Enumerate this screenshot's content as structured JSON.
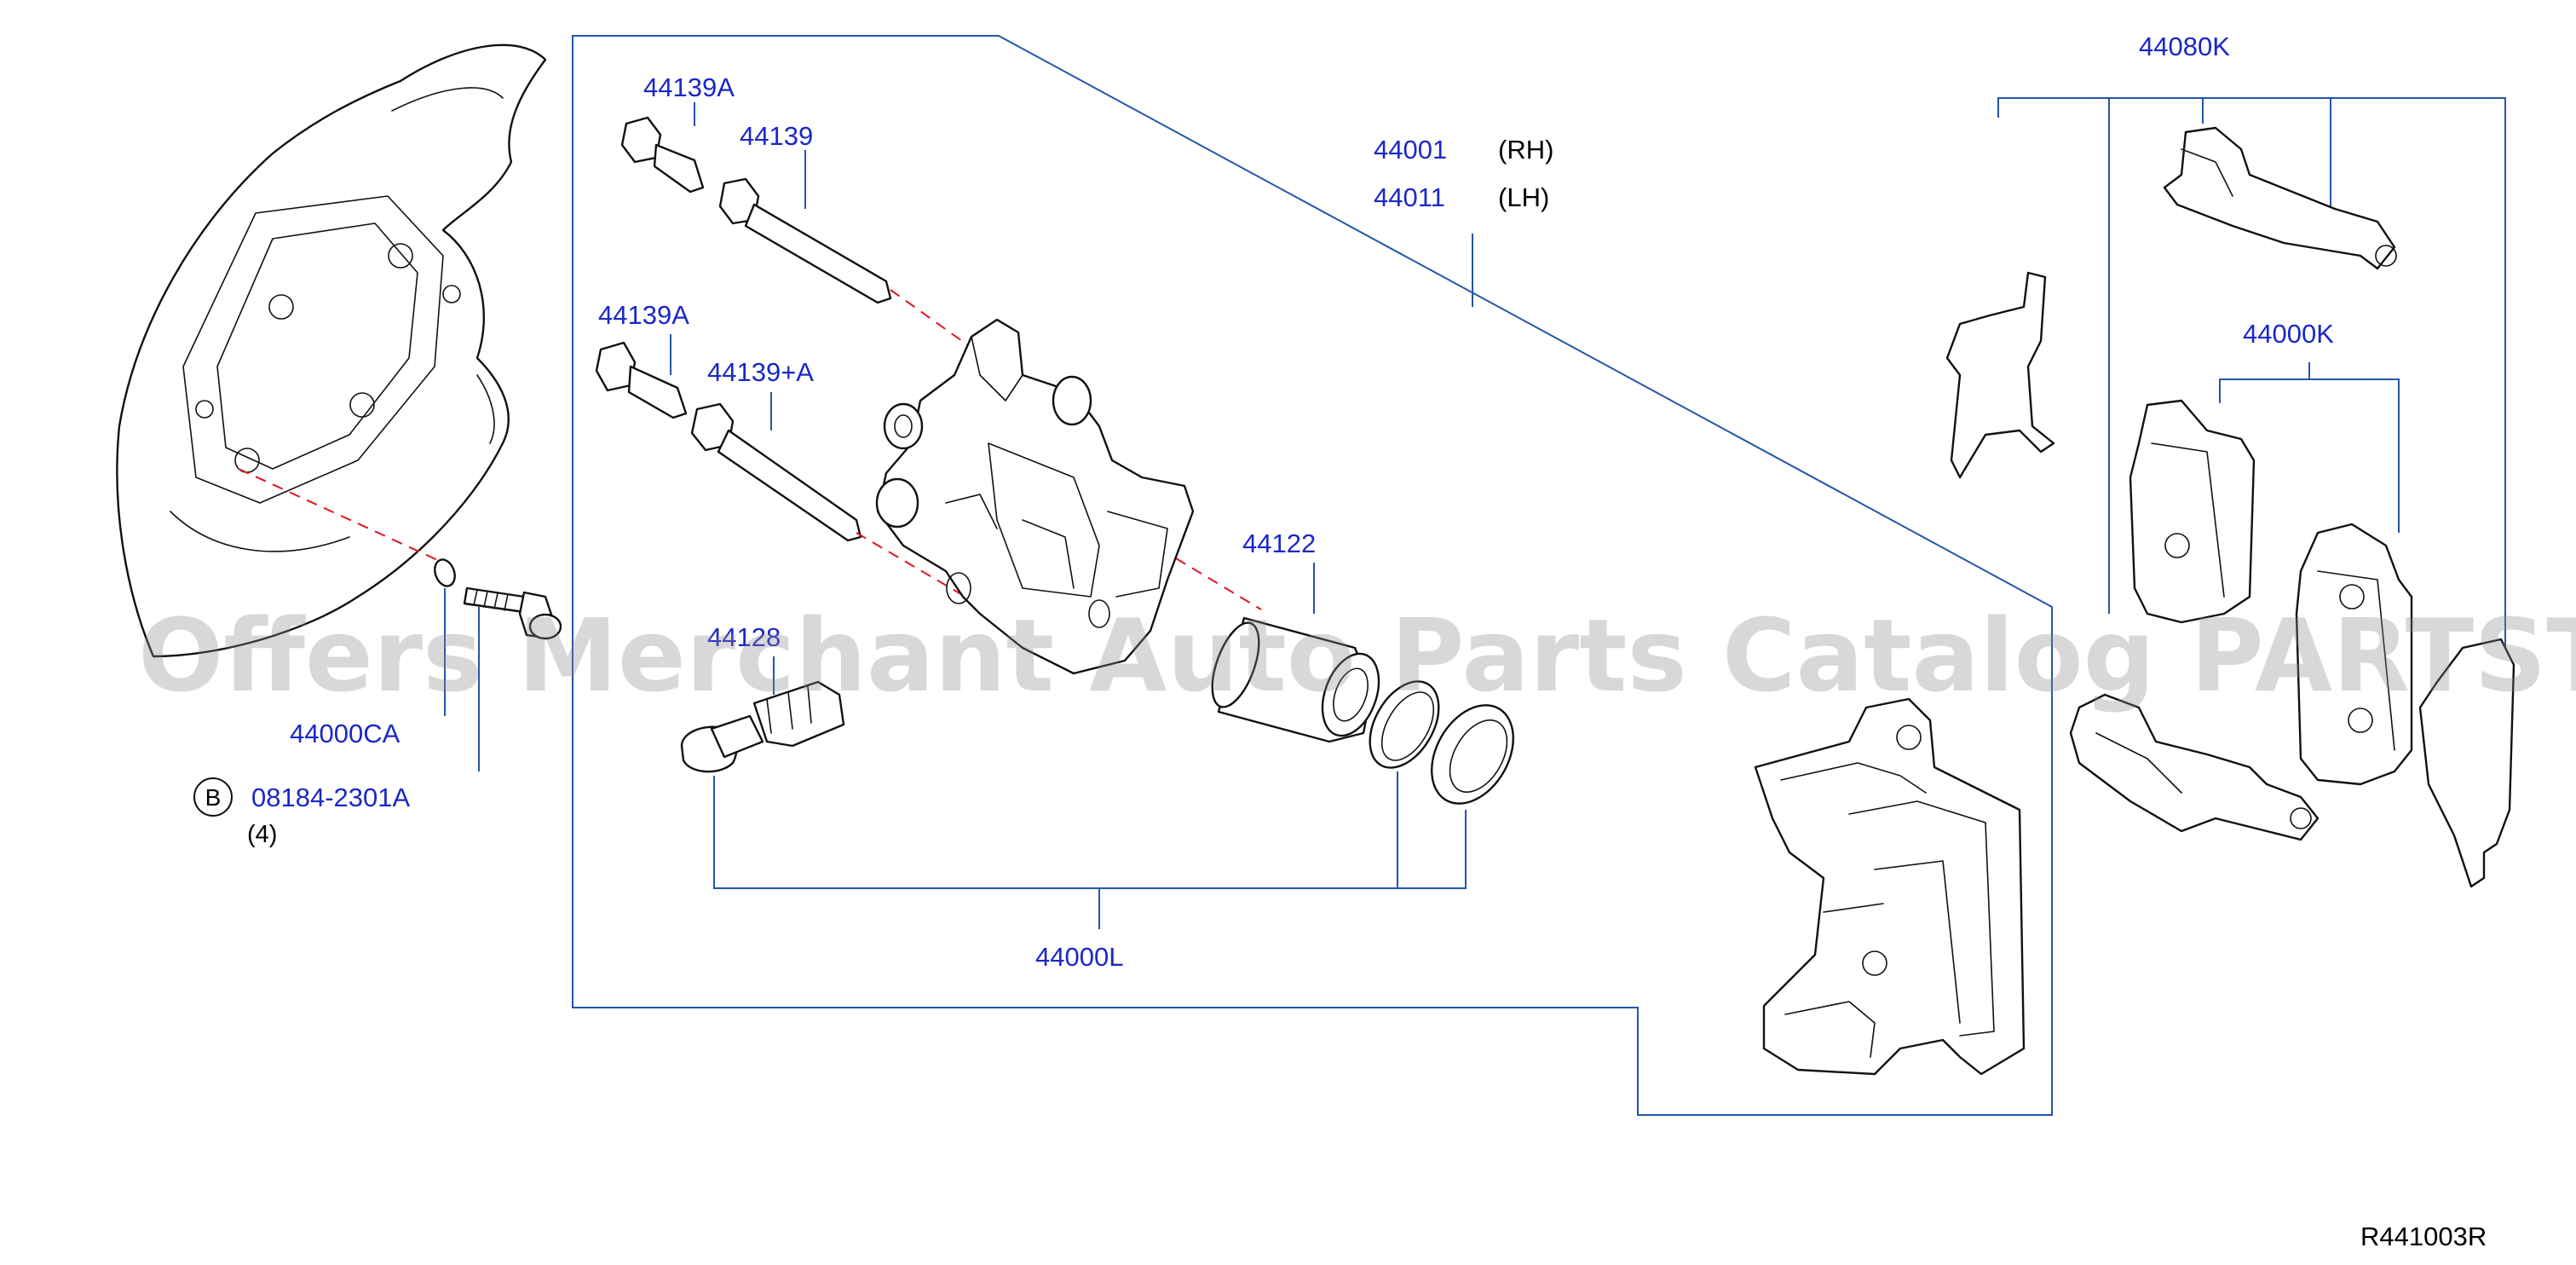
{
  "labels": {
    "p44139A_top": "44139A",
    "p44139": "44139",
    "p44139A_mid": "44139A",
    "p44139pA": "44139+A",
    "p44128": "44128",
    "p44122": "44122",
    "p44001": "44001",
    "p44011": "44011",
    "rh": "(RH)",
    "lh": "(LH)",
    "p44000L": "44000L",
    "p44000CA": "44000CA",
    "p08184": "08184-2301A",
    "qty": "(4)",
    "badge": "B",
    "p44080K": "44080K",
    "p44000K": "44000K",
    "ref": "R441003R"
  },
  "watermark": "Offers Merchant Auto Parts Catalog PARTSTORE.SA",
  "colors": {
    "part_number": "#1a28c8",
    "leader_line": "#2456a8",
    "guide_line": "#e0161b",
    "outline": "#111111"
  }
}
